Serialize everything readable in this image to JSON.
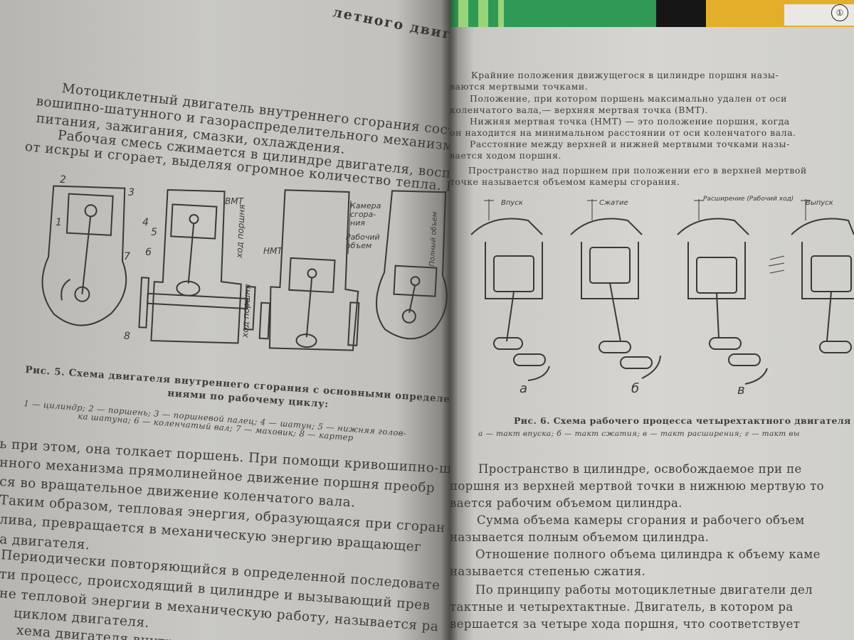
{
  "left_page": {
    "running_head": "летного двиг",
    "paragraphs": [
      "Мотоциклетный двигатель внутреннего сгорания состоит из",
      "вошипно-шатунного и газораспределительного механизмов, си",
      "питания, зажигания, смазки, охлаждения.",
      "Рабочая смесь сжимается в цилиндре двигателя, воспламен",
      "от искры и сгорает, выделяя огромное количество тепла. Расш"
    ],
    "figure5": {
      "part_numbers": [
        "1",
        "2",
        "3",
        "4",
        "5",
        "6",
        "7",
        "8"
      ],
      "labels": {
        "tdc": "ВМТ",
        "bdc": "НМТ",
        "stroke": "ход поршня",
        "stroke_lower": "ход поршня",
        "chamber": "Камера сгора-ния",
        "chamber_line1": "Камера",
        "chamber_line2": "сгора-",
        "chamber_line3": "ния",
        "working_volume_line1": "Рабочий",
        "working_volume_line2": "объем",
        "full_volume": "Полный объем"
      },
      "caption_line1": "Рис. 5. Схема двигателя внутреннего сгорания с основными определе-",
      "caption_line2": "ниями по рабочему циклу:",
      "legend_line1": "1 — цилиндр; 2 — поршень; 3 — поршневой палец; 4 — шатун; 5 — нижняя голов-",
      "legend_line2": "ка шатуна; 6 — коленчатый вал; 7 — маховик; 8 — картер"
    },
    "lower_lines": [
      "ь при этом, она толкает поршень. При помощи кривошипно-ш",
      "нного механизма прямолинейное движение поршня преобр",
      "ся во вращательное движение коленчатого вала.",
      "Таким образом, тепловая энергия, образующаяся при сгоран",
      "лива, превращается в механическую энергию вращающег",
      "а двигателя.",
      "Периодически повторяющийся в определенной последовате",
      "ти процесс, происходящий в цилиндре и вызывающий прев",
      "не тепловой энергии в механическую работу, называется ра",
      "циклом двигателя.",
      "хема двигателя внутреннего"
    ]
  },
  "right_page": {
    "cover_badge": "①",
    "top_lines": [
      "Крайние положения движущегося в цилиндре поршня назы-",
      "ваются мертвыми точками.",
      "Положение, при котором поршень максимально удален от оси",
      "коленчатого вала,— верхняя мертвая точка (ВМТ).",
      "Нижняя мертвая точка (НМТ) — это положение поршня, когда",
      "он находится на минимальном расстоянии от оси коленчатого вала.",
      "Расстояние между верхней и нижней мертвыми точками назы-",
      "вается ходом поршня.",
      "Пространство над поршнем при положении его в верхней мертвой",
      "точке называется объемом камеры сгорания."
    ],
    "figure6": {
      "stroke_labels": [
        "Впуск",
        "Сжатие",
        "Расширение (Рабочий ход)",
        "Выпуск"
      ],
      "letters": [
        "а",
        "б",
        "в"
      ],
      "caption": "Рис. 6. Схема рабочего процесса четырехтактного двигателя",
      "legend": "а — такт впуска; б — такт сжатия; в — такт расширения; г — такт вы"
    },
    "bottom_lines": [
      "Пространство в цилиндре, освобождаемое при пе",
      "поршня из верхней мертвой точки в нижнюю мертвую то",
      "вается рабочим объемом цилиндра.",
      "Сумма объема камеры сгорания и рабочего объем",
      "называется полным объемом цилиндра.",
      "Отношение полного объема цилиндра к объему каме",
      "называется степенью сжатия.",
      "По принципу работы мотоциклетные двигатели дел",
      "тактные и четырехтактные. Двигатель, в котором ра",
      "вершается за четыре хода поршня, что соответствует"
    ]
  }
}
